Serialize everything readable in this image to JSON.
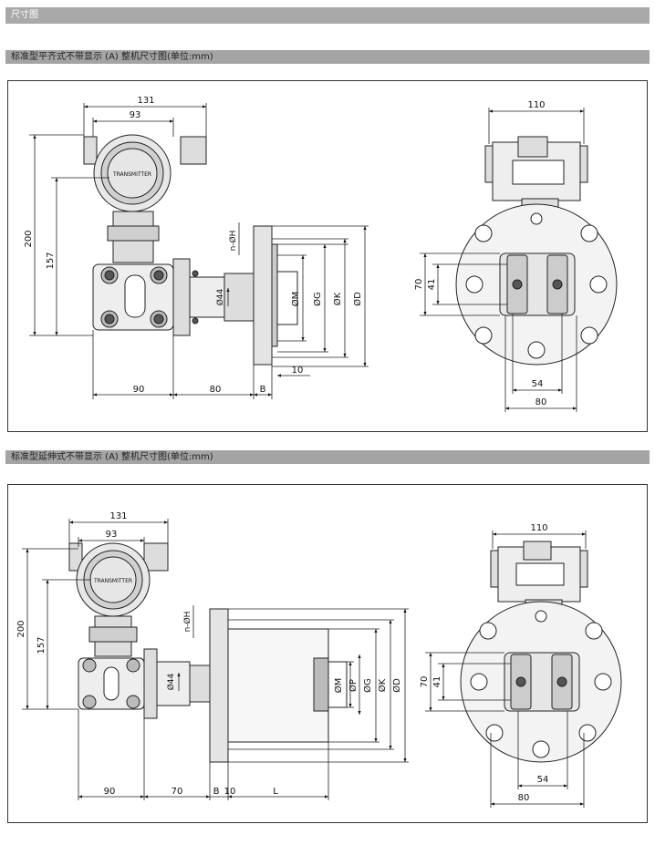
{
  "header": {
    "title": "尺寸图"
  },
  "section1": {
    "title": "标准型平齐式不带显示 (A) 整机尺寸图(单位:mm)",
    "dims": {
      "w131": "131",
      "w93": "93",
      "h200": "200",
      "h157": "157",
      "d90": "90",
      "d80": "80",
      "dB": "B",
      "d10": "10",
      "nH": "n-ØH",
      "d44": "Ø44",
      "dM": "ØM",
      "dG": "ØG",
      "dK": "ØK",
      "dD": "ØD",
      "r110": "110",
      "r70": "70",
      "r41": "41",
      "r54": "54",
      "r80": "80"
    }
  },
  "section2": {
    "title": "标准型延伸式不带显示 (A) 整机尺寸图(单位:mm)",
    "dims": {
      "w131": "131",
      "w93": "93",
      "h200": "200",
      "h157": "157",
      "d90": "90",
      "d70": "70",
      "dB": "B",
      "d10": "10",
      "dL": "L",
      "nH": "n-ØH",
      "d44": "Ø44",
      "dM": "ØM",
      "dP": "ØP",
      "dG": "ØG",
      "dK": "ØK",
      "dD": "ØD",
      "r110": "110",
      "r70": "70",
      "r41": "41",
      "r54": "54",
      "r80": "80"
    }
  }
}
